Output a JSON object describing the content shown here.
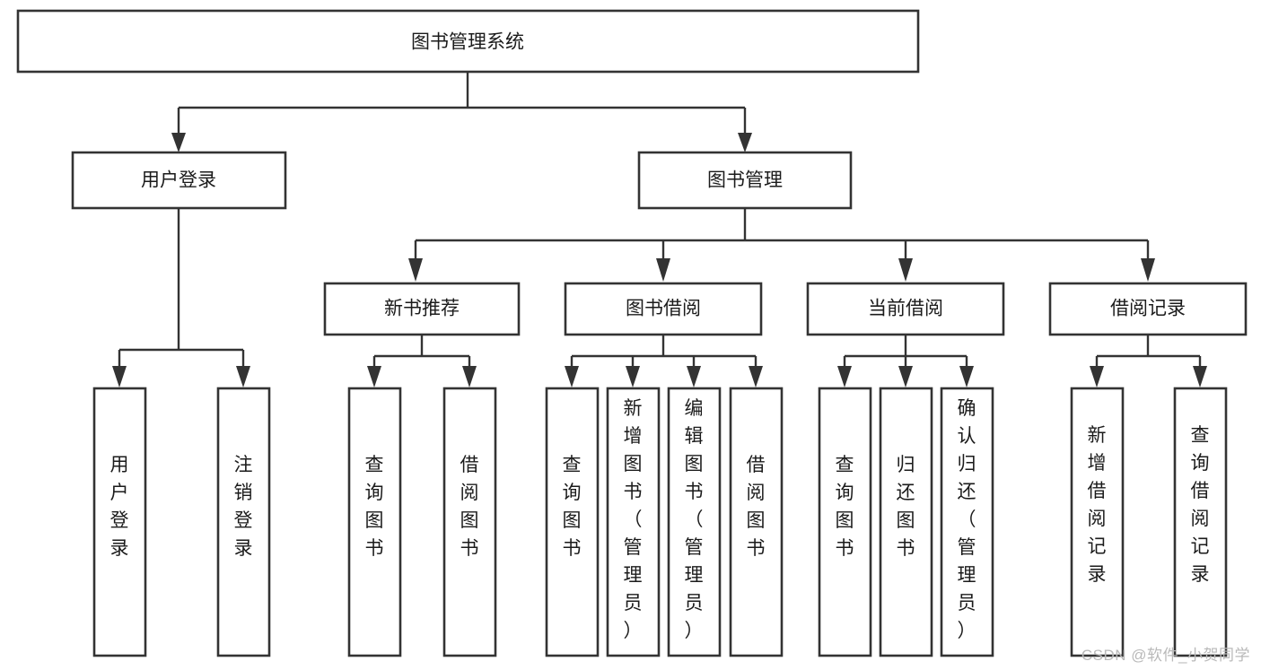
{
  "diagram": {
    "type": "tree-hierarchy",
    "title": "图书管理系统",
    "watermark": "CSDN @软件_小贺同学",
    "colors": {
      "background": "#ffffff",
      "box_fill": "#ffffff",
      "box_stroke": "#333333",
      "text": "#1b1b1b",
      "watermark": "#b9b9b9"
    },
    "levels": [
      {
        "level": 1,
        "nodes": [
          {
            "id": "root",
            "label": "图书管理系统",
            "orientation": "horizontal"
          }
        ]
      },
      {
        "level": 2,
        "nodes": [
          {
            "id": "user-login",
            "label": "用户登录",
            "orientation": "horizontal",
            "parent": "root"
          },
          {
            "id": "book-manage",
            "label": "图书管理",
            "orientation": "horizontal",
            "parent": "root"
          }
        ]
      },
      {
        "level": 3,
        "nodes": [
          {
            "id": "new-book-rec",
            "label": "新书推荐",
            "orientation": "horizontal",
            "parent": "book-manage"
          },
          {
            "id": "book-borrow",
            "label": "图书借阅",
            "orientation": "horizontal",
            "parent": "book-manage"
          },
          {
            "id": "current-borrow",
            "label": "当前借阅",
            "orientation": "horizontal",
            "parent": "book-manage"
          },
          {
            "id": "borrow-record",
            "label": "借阅记录",
            "orientation": "horizontal",
            "parent": "book-manage"
          }
        ]
      },
      {
        "level": 4,
        "nodes": [
          {
            "id": "leaf-user-login",
            "label": "用户登录",
            "orientation": "vertical",
            "parent": "user-login"
          },
          {
            "id": "leaf-logout-login",
            "label": "注销登录",
            "orientation": "vertical",
            "parent": "user-login"
          },
          {
            "id": "leaf-query-book-1",
            "label": "查询图书",
            "orientation": "vertical",
            "parent": "new-book-rec"
          },
          {
            "id": "leaf-borrow-book-1",
            "label": "借阅图书",
            "orientation": "vertical",
            "parent": "new-book-rec"
          },
          {
            "id": "leaf-query-book-2",
            "label": "查询图书",
            "orientation": "vertical",
            "parent": "book-borrow"
          },
          {
            "id": "leaf-add-book",
            "label": "新增图书（管理员）",
            "orientation": "vertical",
            "parent": "book-borrow"
          },
          {
            "id": "leaf-edit-book",
            "label": "编辑图书（管理员）",
            "orientation": "vertical",
            "parent": "book-borrow"
          },
          {
            "id": "leaf-borrow-book-2",
            "label": "借阅图书",
            "orientation": "vertical",
            "parent": "book-borrow"
          },
          {
            "id": "leaf-query-book-3",
            "label": "查询图书",
            "orientation": "vertical",
            "parent": "current-borrow"
          },
          {
            "id": "leaf-return-book",
            "label": "归还图书",
            "orientation": "vertical",
            "parent": "current-borrow"
          },
          {
            "id": "leaf-confirm-return",
            "label": "确认归还（管理员）",
            "orientation": "vertical",
            "parent": "current-borrow"
          },
          {
            "id": "leaf-add-record",
            "label": "新增借阅记录",
            "orientation": "vertical",
            "parent": "borrow-record"
          },
          {
            "id": "leaf-query-record",
            "label": "查询借阅记录",
            "orientation": "vertical",
            "parent": "borrow-record"
          }
        ]
      }
    ]
  }
}
